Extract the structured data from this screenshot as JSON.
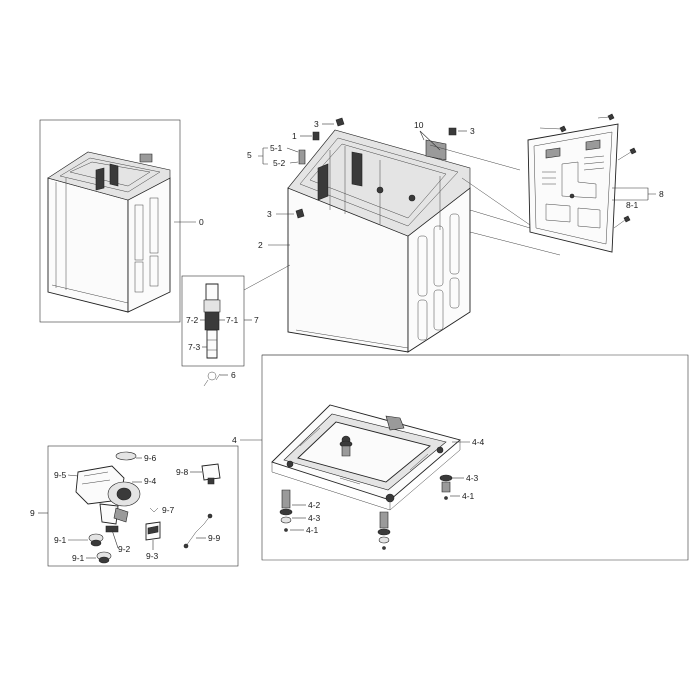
{
  "callouts": {
    "c0": "0",
    "c1": "1",
    "c2": "2",
    "c3a": "3",
    "c3b": "3",
    "c3c": "3",
    "c4": "4",
    "c4_1a": "4-1",
    "c4_1b": "4-1",
    "c4_2": "4-2",
    "c4_3a": "4-3",
    "c4_3b": "4-3",
    "c4_4": "4-4",
    "c5": "5",
    "c5_1": "5-1",
    "c5_2": "5-2",
    "c6": "6",
    "c7": "7",
    "c7_1": "7-1",
    "c7_2": "7-2",
    "c7_3": "7-3",
    "c8": "8",
    "c8_1": "8-1",
    "c9": "9",
    "c9_1a": "9-1",
    "c9_1b": "9-1",
    "c9_2": "9-2",
    "c9_3": "9-3",
    "c9_4": "9-4",
    "c9_5": "9-5",
    "c9_6": "9-6",
    "c9_7": "9-7",
    "c9_8": "9-8",
    "c9_9": "9-9",
    "c10": "10"
  }
}
